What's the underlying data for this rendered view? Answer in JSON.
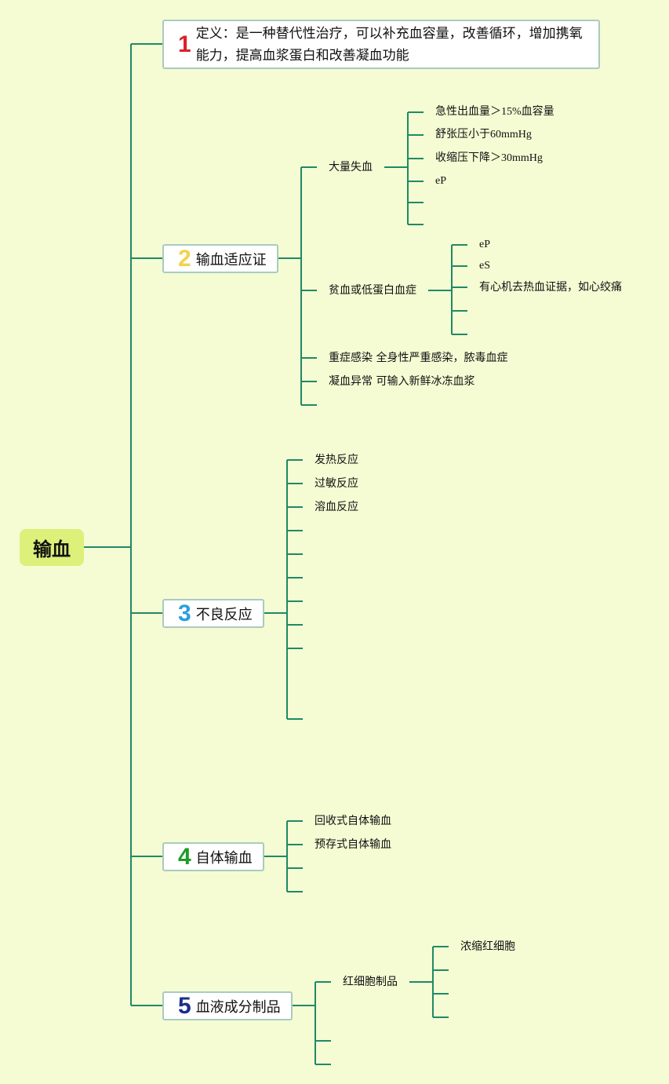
{
  "root": "输血",
  "colors": {
    "line": "#1e8a66",
    "background": "#f5fbd3",
    "root": "#ddf07a",
    "n1": "#d8232a",
    "n2": "#f3d34a",
    "n3": "#2a9fe0",
    "n4": "#1f9a2a",
    "n5": "#1b2e8a"
  },
  "topics": [
    {
      "num": "1",
      "label": "定义：是一种替代性治疗，可以补充血容量，改善循环，增加携氧能力，提高血浆蛋白和改善凝血功能"
    },
    {
      "num": "2",
      "label": "输血适应证",
      "children": [
        {
          "label": "大量失血",
          "children": [
            "急性出血量＞15%血容量",
            "舒张压小于60mmHg",
            "收缩压下降＞30mmHg",
            "eP",
            "",
            ""
          ]
        },
        {
          "label": "贫血或低蛋白血症",
          "children": [
            "eP",
            "eS",
            "有心机去热血证据，如心绞痛",
            "",
            ""
          ]
        },
        {
          "label": "重症感染 全身性严重感染，脓毒血症"
        },
        {
          "label": "凝血异常 可输入新鲜冰冻血浆"
        },
        {
          "label": ""
        }
      ]
    },
    {
      "num": "3",
      "label": "不良反应",
      "children": [
        "发热反应",
        "过敏反应",
        "溶血反应",
        "",
        "",
        "",
        "",
        "",
        "",
        ""
      ]
    },
    {
      "num": "4",
      "label": "自体输血",
      "children": [
        "回收式自体输血",
        "预存式自体输血",
        "",
        ""
      ]
    },
    {
      "num": "5",
      "label": "血液成分制品",
      "children": [
        {
          "label": "红细胞制品",
          "children": [
            "浓缩红细胞",
            "",
            "",
            ""
          ]
        },
        {
          "label": ""
        },
        {
          "label": ""
        }
      ]
    }
  ]
}
